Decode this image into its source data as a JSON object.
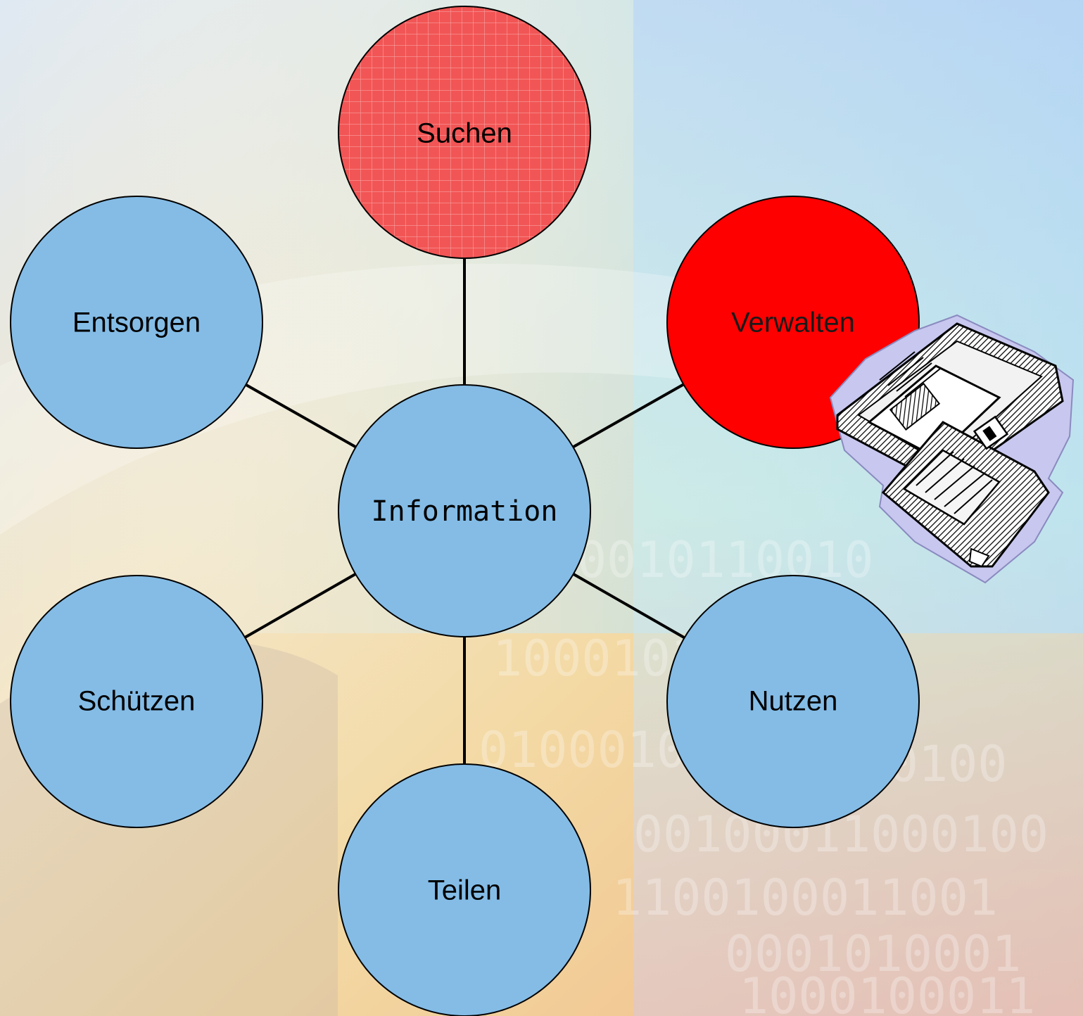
{
  "diagram": {
    "center": {
      "label": "Information"
    },
    "nodes": {
      "suchen": {
        "label": "Suchen"
      },
      "verwalten": {
        "label": "Verwalten"
      },
      "nutzen": {
        "label": "Nutzen"
      },
      "teilen": {
        "label": "Teilen"
      },
      "schuetzen": {
        "label": "Schützen"
      },
      "entsorgen": {
        "label": "Entsorgen"
      }
    }
  },
  "background": {
    "binary_lines": [
      "0010110010",
      "1000101101",
      "0100010110",
      "1000100100",
      "00100011000100",
      "1100100011001",
      "0001010001",
      "1000100011"
    ]
  },
  "icons": {
    "clipart": "floppy-disks-tray-icon"
  },
  "colors": {
    "node_fill": "#84BCE6",
    "suchen_fill": "#F25555",
    "verwalten_fill": "#FF0000",
    "stroke": "#000000"
  }
}
